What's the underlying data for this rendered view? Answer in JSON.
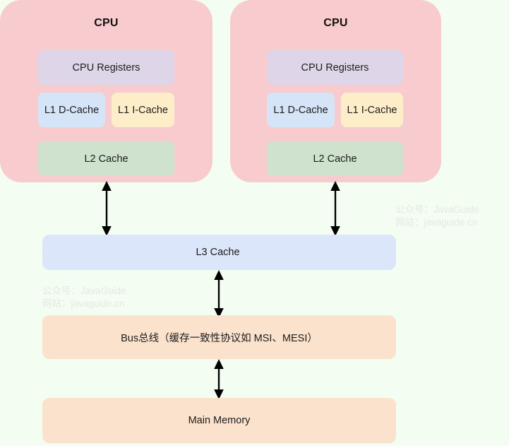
{
  "diagram": {
    "title": "CPU Cache Hierarchy and Bus Coherence Diagram",
    "background_color": "#f4fdf2",
    "cpus": [
      {
        "label": "CPU",
        "registers": "CPU Registers",
        "l1d": "L1 D-Cache",
        "l1i": "L1 I-Cache",
        "l2": "L2 Cache"
      },
      {
        "label": "CPU",
        "registers": "CPU Registers",
        "l1d": "L1 D-Cache",
        "l1i": "L1 I-Cache",
        "l2": "L2 Cache"
      }
    ],
    "shared": {
      "l3": "L3 Cache",
      "bus": "Bus总线（缓存一致性协议如 MSI、MESI）",
      "memory": "Main Memory"
    },
    "colors": {
      "cpu": "#f8ccce",
      "registers": "#ded6e8",
      "l1d": "#d6e4f7",
      "l1i": "#fdeec9",
      "l2": "#cee2ce",
      "l3": "#dbe6fa",
      "bus": "#fbe2cc",
      "memory": "#fbe2cc",
      "arrow": "#000000",
      "watermark": "#e3e8e3"
    },
    "watermarks": [
      {
        "line1": "公众号：JavaGuide",
        "line2": "网站：javaguide.cn"
      },
      {
        "line1": "公众号：JavaGuide",
        "line2": "网站：javaguide.cn"
      }
    ],
    "arrows": [
      {
        "name": "cpu1-to-l3",
        "direction": "bidirectional"
      },
      {
        "name": "cpu2-to-l3",
        "direction": "bidirectional"
      },
      {
        "name": "l3-to-bus",
        "direction": "bidirectional"
      },
      {
        "name": "bus-to-memory",
        "direction": "bidirectional"
      }
    ]
  }
}
